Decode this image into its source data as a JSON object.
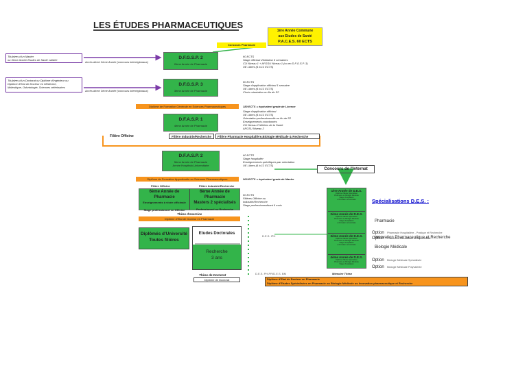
{
  "title": "LES ÉTUDES PHARMACEUTIQUES",
  "paces": {
    "line1": "1ère Année Commune",
    "line2": "aux Etudes de Santé",
    "line3": "P.A.C.E.S. 60 ECTS"
  },
  "concours_pharmacie": "Concours Pharmacie",
  "left_top": {
    "line1": "Titulaires d'un Master",
    "line2": "ou 3ème Année Etudes de Santé validée"
  },
  "acces_2e": "Accès direct 2ème Année (concours interrégionaux)",
  "left_mid": {
    "line1": "Titulaires d'un Doctorat ou Diplôme d'Ingénieur ou",
    "line2": "Diplôme d'Etat de Docteur en Médecine,",
    "line3": "Maïeutique, Odontologie, Sciences vétérinaires"
  },
  "acces_3e": "Accès direct 3ème Année (concours interrégionaux)",
  "dfgsp2": {
    "title": "D.F.G.S.P. 2",
    "subtitle": "2ème Année de Pharmacie"
  },
  "dfgsp2_notes": [
    "60 ECTS",
    "Stage officinal d'initiation 6 semaines",
    "C2i Niveau 1 + AFGSU Niveau 1 (ou en D.F.G.S.P. 3)",
    "UE Libres (6 à 12 ECTS)"
  ],
  "dfgsp3": {
    "title": "D.F.G.S.P. 3",
    "subtitle": "3ème Année de Pharmacie"
  },
  "dfgsp3_notes": [
    "60 ECTS",
    "Stage d'application officinal 1 semaine",
    "UE Libres (6 à 12 ECTS)",
    "Choix orientation en fin de S2"
  ],
  "dfgsp_diploma": "Diplôme de Formation Générale en Sciences Pharmaceutiques",
  "dfgsp_ects": "180 ECTS = équivalent grade de Licence",
  "dfasp1": {
    "title": "D.F.A.S.P. 1",
    "subtitle": "4ème Année de Pharmacie"
  },
  "dfasp1_notes": [
    "Stage d'application officinal",
    "UE Libres (6 à 12 ECTS)",
    "Orientation professionnelle en fin de S2",
    "Enseignements coordonnés",
    "C2i Niveau 2 Métiers de la Santé",
    "AFGSU Niveau 2"
  ],
  "filieres": {
    "officine": "Filière Officine",
    "industrie": "Filière Industrie/Recherche",
    "hopital": "Filière Pharmacie Hospitalière,Biologie Médicale & Recherche"
  },
  "dfasp2": {
    "title": "D.F.A.S.P. 2",
    "line2": "5ème Année de Pharmacie",
    "line3": "Année Hospitalo-Universitaire"
  },
  "dfasp2_notes": [
    "60 ECTS",
    "Stage hospitalier",
    "Enseignements spécifiques par orientation",
    "UE Libres (6 à 12 ECTS)"
  ],
  "concours_internat": "Concours de l'Internat",
  "dfasp_diploma": "Diplôme de Formation Approfondie en Sciences Pharmaceutiques",
  "dfasp_ects": "300 ECTS = équivalent grade de Master",
  "sixth": {
    "col1_head": "Filière Officine",
    "col2_head": "Filière Industrie/Recherche",
    "col1_title": "6ème Année de Pharmacie",
    "col2_title": "6ème Année de Pharmacie",
    "col1_l1": "Enseignements à visée officinale",
    "col1_l2": "Stage professionnel en Officine",
    "col2_l1": "Masters 2 spécialisés",
    "col2_l2": "Professionnel ou Recherche"
  },
  "sixth_notes": [
    "60 ECTS",
    "Filières Officine ou",
    "Industrie/Recherche",
    "Stage professionnalisant 6 mois"
  ],
  "these_exercice": "Thèse d'exercice",
  "dedp": "Diplôme d'Etat de Docteur en Pharmacie",
  "diplomes": {
    "line1": "Diplômés d'Université",
    "line2": "Toutes filières"
  },
  "etudes_doc": {
    "title": "Etudes Doctorales",
    "line1": "Recherche",
    "line2": "3 ans"
  },
  "these_doctorat": "Thèse de Doctorat",
  "diplome_doctorat": "Diplôme de Doctorat",
  "des_iph": "D.E.S. IPH",
  "des_ph": "D.E.S. PH-PR/D.E.S. BM",
  "memoire": "Mémoire Thèse",
  "final_line1": "Diplôme d'Etat de Docteur en Pharmacie",
  "final_line2": "Diplôme d'Etudes Spécialisées en Pharmacie ou Biologie Médicale ou Innovation pharmaceutique et Recherche",
  "des_years": [
    {
      "title": "1ère Année de D.E.S.",
      "lines": [
        "Diplôme d'Etude Spécialisée",
        "Pharmacie ou Biologie Médicale",
        "Stages hospitaliers",
        "et formation universitaire"
      ]
    },
    {
      "title": "2ème Année de D.E.S.",
      "lines": [
        "Diplôme d'Etude Spécialisée",
        "Pharmacie ou Biologie Médicale",
        "Stages hospitaliers",
        "et formation universitaire"
      ]
    },
    {
      "title": "3ème Année de D.E.S.",
      "lines": [
        "Diplôme d'Etude Spécialisée",
        "Pharmacie ou Biologie Médicale",
        "Stages hospitaliers",
        "et formation universitaire"
      ]
    },
    {
      "title": "4ème Année de D.E.S.",
      "lines": [
        "Diplôme d'Etude Spécialisée",
        "Pharmacie ou Biologie Médicale",
        "Stages hospitaliers"
      ]
    }
  ],
  "specialisations": "Spécialisations D.E.S. :",
  "spec": {
    "pharmacie": "Pharmacie",
    "opt1_label": "Option",
    "opt1_text": "Pharmacie Hospitalière - Pratique et Recherche",
    "opt2_label": "Option",
    "opt2_text": "Pharmacie Industrielle et Biomédicale",
    "innovation": "Innovation Pharmaceutique et Recherche",
    "biologie": "Biologie Médicale",
    "opt3_label": "Option",
    "opt3_text": "Biologie Médicale Spécialisée",
    "opt4_label": "Option",
    "opt4_text": "Biologie Médicale Polyvalente"
  },
  "colors": {
    "yellow": "#fff200",
    "green": "#33b44a",
    "orange": "#f7941d",
    "purple": "#7030a0",
    "arrow_purple": "#7c3ba8",
    "arrow_orange": "#f7941d"
  }
}
